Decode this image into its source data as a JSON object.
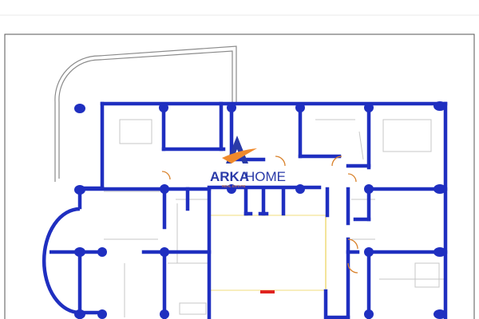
{
  "drawing": {
    "wall_color": "#1f2fc0",
    "thin_line_color": "#c7c7c7",
    "frame_color": "#555555",
    "hall_outline_color": "#f3e49a",
    "door_color": "#d9822b",
    "mark_color": "#e0231f"
  },
  "watermark": {
    "brand_primary": "ARKA",
    "brand_secondary": "HOME",
    "tagline": "REAL ESTATE",
    "primary_color": "#2a3aa8",
    "accent_color": "#f08a2c"
  }
}
